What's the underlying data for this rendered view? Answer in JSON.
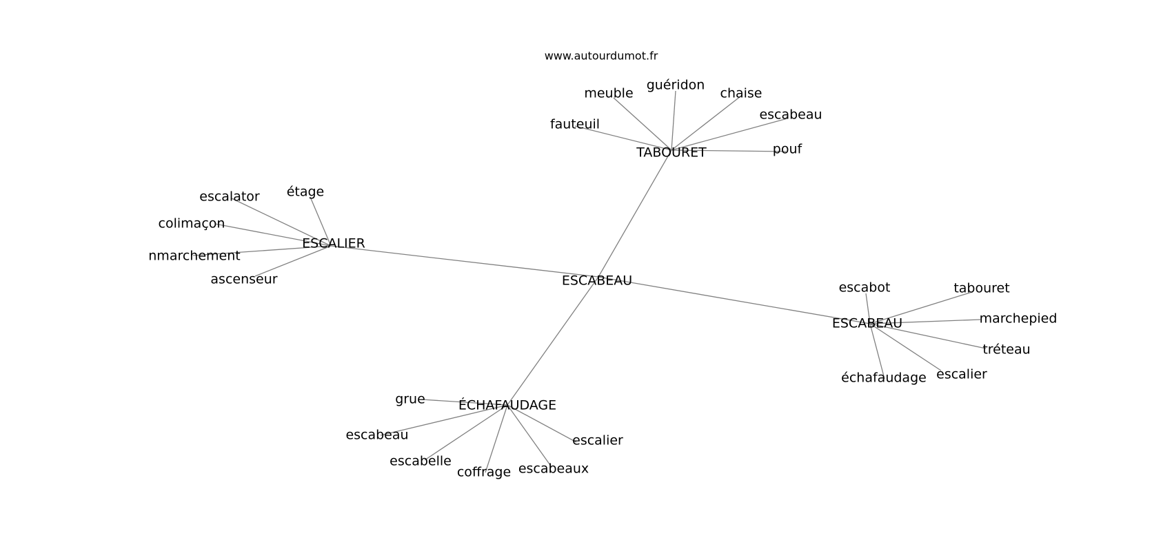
{
  "source": "www.autourdumot.fr",
  "graph": {
    "center": "ESCABEAU",
    "clusters": [
      {
        "hub": "TABOURET",
        "leaves": [
          "meuble",
          "guéridon",
          "chaise",
          "escabeau",
          "fauteuil",
          "pouf"
        ]
      },
      {
        "hub": "ESCALIER",
        "leaves": [
          "escalator",
          "étage",
          "colimaçon",
          "nmarchement",
          "ascenseur"
        ]
      },
      {
        "hub": "ESCABEAU",
        "leaves": [
          "escabot",
          "tabouret",
          "marchepied",
          "tréteau",
          "escalier",
          "échafaudage"
        ]
      },
      {
        "hub": "ÉCHAFAUDAGE",
        "leaves": [
          "grue",
          "escabeau",
          "escabelle",
          "coffrage",
          "escabeaux",
          "escalier"
        ]
      }
    ]
  }
}
